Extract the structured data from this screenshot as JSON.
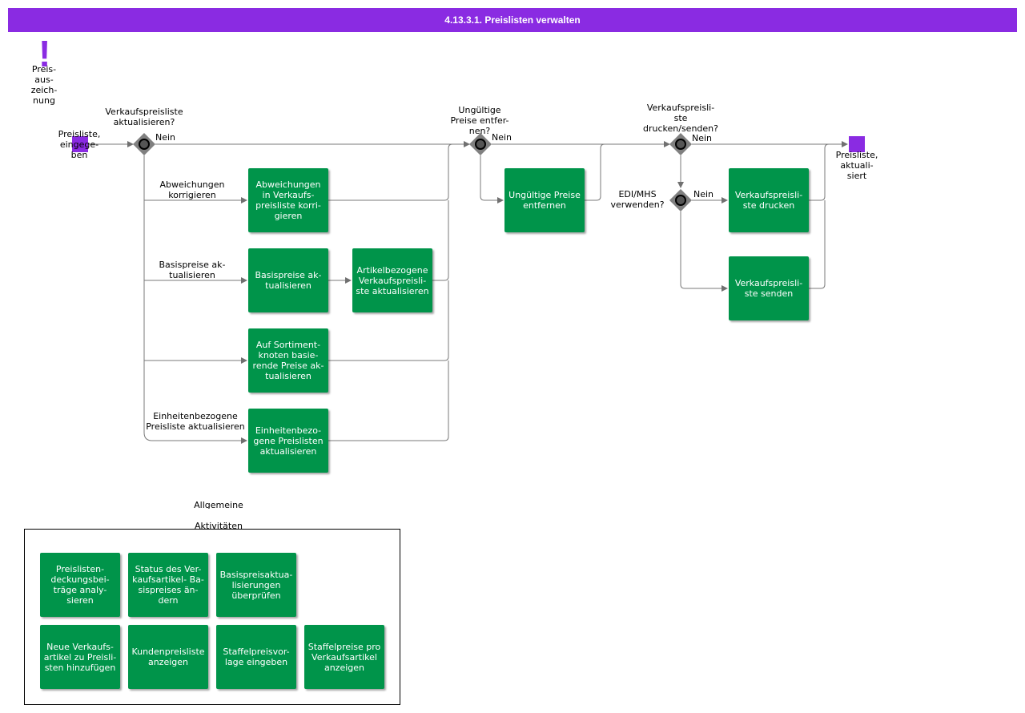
{
  "title": "4.13.3.1. Preislisten verwalten",
  "colors": {
    "header": "#8a2be2",
    "task": "#00944a",
    "event": "#8a2be2",
    "gateway": "#808080"
  },
  "icons": {
    "trigger": "exclamation-icon",
    "gateway": "gateway-diamond-icon",
    "start": "start-event-icon",
    "end": "end-event-icon"
  },
  "trigger_label": "Preis-\naus-\nzeich-\nnung",
  "start_label": "Preisliste,\neingege-\nben",
  "end_label": "Preisliste,\naktuali-\nsiert",
  "gateways": {
    "g1": {
      "question": "Verkaufspreisliste\naktualisieren?",
      "no": "Nein"
    },
    "g2": {
      "question": "Ungültige\nPreise  entfer-\nnen?",
      "no": "Nein"
    },
    "g3": {
      "question": "Verkaufspreisli-\nste\ndrucken/senden?",
      "no": "Nein"
    },
    "g4": {
      "question": "EDI/MHS\nverwenden?",
      "no": "Nein"
    }
  },
  "branches": {
    "b1": "Abweichungen\nkorrigieren",
    "b2": "Basispreise ak-\ntualisieren",
    "b4": "Einheitenbezogene\nPreisliste aktualisieren"
  },
  "tasks": {
    "abweichungen": "Abweichungen\nin Verkaufs-\npreisliste korri-\ngieren",
    "basispreise": "Basispreise ak-\ntualisieren",
    "artikelbezogen": "Artikelbezogene\nVerkaufspreisli-\nste aktualisieren",
    "sortiment": "Auf Sortiment-\nknoten basie-\nrende Preise ak-\ntualisieren",
    "einheiten": "Einheitenbezo-\ngene Preislisten\naktualisieren",
    "ungueltig": "Ungültige Preise\nentfernen",
    "drucken": "Verkaufspreisli-\nste drucken",
    "senden": "Verkaufspreisli-\nste senden"
  },
  "legend": {
    "title_line1": "Allgemeine",
    "title_line2": "Aktivitäten",
    "items": [
      "Preislisten-\ndeckungsbei-\nträge    analy-\nsieren",
      "Status des  Ver-\nkaufsartikel- Ba-\nsispreises  än-\ndern",
      "Basispreisaktua-\nlisierungen\nüberprüfen",
      "Neue Verkaufs-\nartikel zu Preisli-\nsten hinzufügen",
      "Kundenpreisliste\nanzeigen",
      "Staffelpreisvor-\nlage eingeben",
      "Staffelpreise pro\nVerkaufsartikel\nanzeigen"
    ]
  }
}
